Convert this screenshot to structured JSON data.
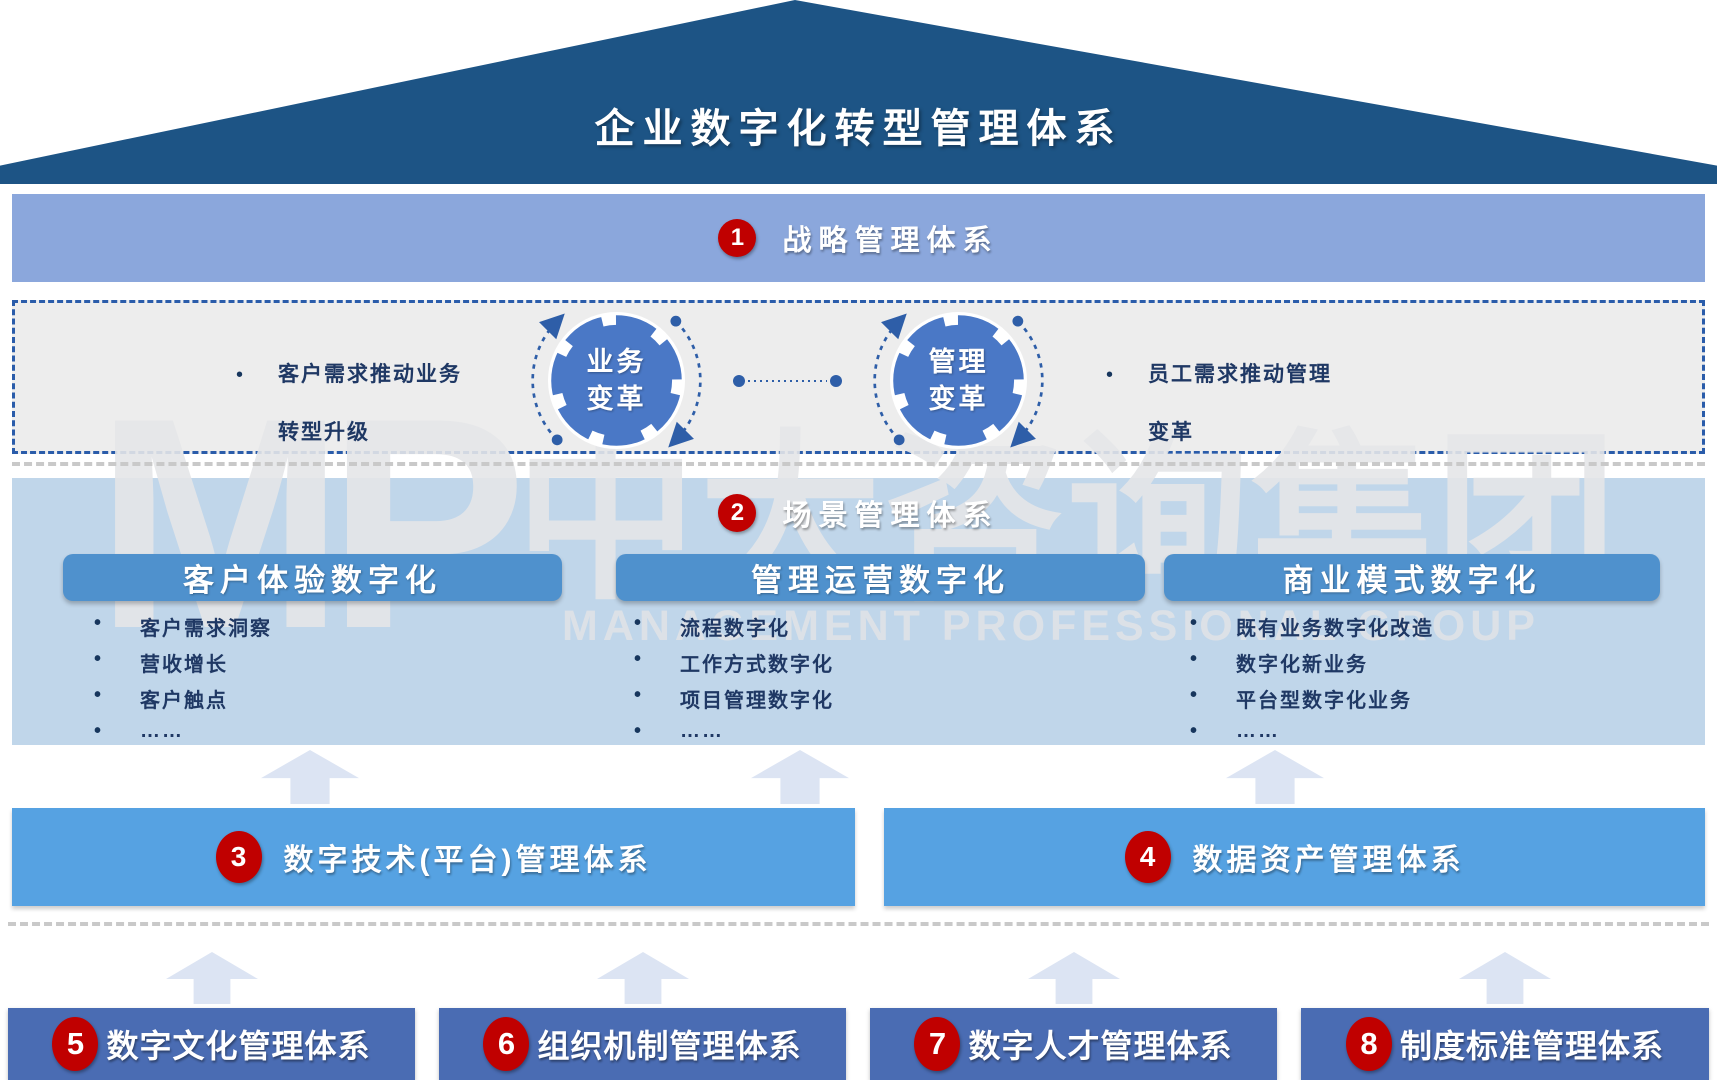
{
  "title": "企业数字化转型管理体系",
  "bullet_char": "•",
  "strategy": {
    "number": "1",
    "label": "战略管理体系",
    "left_bullet_line1": "客户需求推动业务",
    "left_bullet_line2": "转型升级",
    "business_circle_line1": "业务",
    "business_circle_line2": "变革",
    "management_circle_line1": "管理",
    "management_circle_line2": "变革",
    "right_bullet_line1": "员工需求推动管理",
    "right_bullet_line2": "变革"
  },
  "scenario": {
    "number": "2",
    "label": "场景管理体系",
    "columns": [
      {
        "header": "客户体验数字化",
        "items": [
          "客户需求洞察",
          "营收增长",
          "客户触点",
          "……"
        ]
      },
      {
        "header": "管理运营数字化",
        "items": [
          "流程数字化",
          "工作方式数字化",
          "项目管理数字化",
          "……"
        ]
      },
      {
        "header": "商业模式数字化",
        "items": [
          "既有业务数字化改造",
          "数字化新业务",
          "平台型数字化业务",
          "……"
        ]
      }
    ]
  },
  "tech_platform": {
    "number": "3",
    "label": "数字技术(平台)管理体系"
  },
  "data_asset": {
    "number": "4",
    "label": "数据资产管理体系"
  },
  "foundation": [
    {
      "number": "5",
      "label": "数字文化管理体系"
    },
    {
      "number": "6",
      "label": "组织机制管理体系"
    },
    {
      "number": "7",
      "label": "数字人才管理体系"
    },
    {
      "number": "8",
      "label": "制度标准管理体系"
    }
  ],
  "watermark": {
    "logo": "MP",
    "company": "中大咨询集团",
    "tagline": "MANAGEMENT PROFESSIONAL GROUP"
  },
  "colors": {
    "roof": "#1d5485",
    "strategy_band": "#8ba7dc",
    "scenario_panel": "#c0d6ea",
    "column_header": "#4f91cd",
    "tech_box": "#56a2e2",
    "foundation_box": "#4a6cb3",
    "badge_red": "#c00000",
    "circle_blue": "#4a78c6",
    "arrow_fill": "#dce4f3",
    "bullet_text": "#1f3864"
  }
}
